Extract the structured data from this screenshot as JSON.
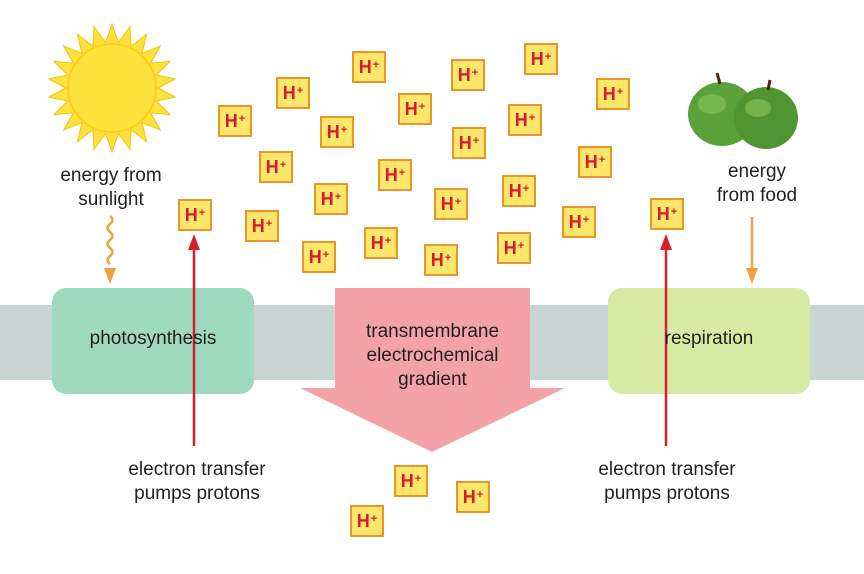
{
  "labels": {
    "energy_sunlight": "energy from\nsunlight",
    "energy_food": "energy\nfrom food",
    "photosynthesis": "photosynthesis",
    "respiration": "respiration",
    "gradient": "transmembrane\nelectrochemical\ngradient",
    "electron_left": "electron transfer\npumps protons",
    "electron_right": "electron transfer\npumps protons"
  },
  "proton_symbol": "H",
  "proton_charge": "+",
  "colors": {
    "membrane": "#c9d5d2",
    "photosynthesis_box": "#9fd9c0",
    "respiration_box": "#d7eaa3",
    "gradient_arrow": "#f3a3a8",
    "proton_fill": "#fde76a",
    "proton_border": "#e8962a",
    "proton_text": "#d9192f",
    "red_arrow": "#d81e2c",
    "orange_arrow": "#eba23d",
    "sun": "#fde23a",
    "apple": "#5aa13a"
  },
  "icons": [
    "sun-icon",
    "apple-icon"
  ]
}
